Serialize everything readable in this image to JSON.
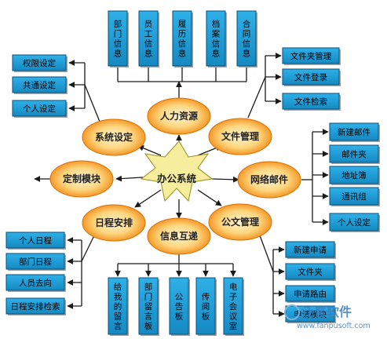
{
  "center": "办公系统",
  "hubs": {
    "hr": "人力资源",
    "system": "系统设定",
    "file": "文件管理",
    "custom": "定制模块",
    "network": "网络邮件",
    "schedule": "日程安排",
    "info": "信息互递",
    "document": "公文管理"
  },
  "hr_items": [
    "部门信息",
    "员工信息",
    "履历信息",
    "档案信息",
    "合同信息"
  ],
  "system_items": [
    "权限设定",
    "共通设定",
    "个人设定"
  ],
  "file_items": [
    "文件夹管理",
    "文件登录",
    "文件检索"
  ],
  "network_items": [
    "新建邮件",
    "邮件夹",
    "地址簿",
    "通讯组",
    "个人设定"
  ],
  "schedule_items": [
    "个人日程",
    "部门日程",
    "人员去向",
    "日程安排检索"
  ],
  "info_items": [
    "给我的留言",
    "部门留言板",
    "公告板",
    "传阅板",
    "电子会议室"
  ],
  "document_items": [
    "新建申请",
    "文件夹",
    "申请路由",
    "申请模块"
  ],
  "watermark": {
    "brand": "泛普软件",
    "url": "www.fanpusoft.com"
  },
  "colors": {
    "box_fill": "#1a9ad6",
    "box_border": "#0a4f7a",
    "hub_outer": "#f28a12",
    "hub_inner": "#fde6b0",
    "center_fill": "#f6ee9c",
    "line": "#1a1a1a"
  }
}
